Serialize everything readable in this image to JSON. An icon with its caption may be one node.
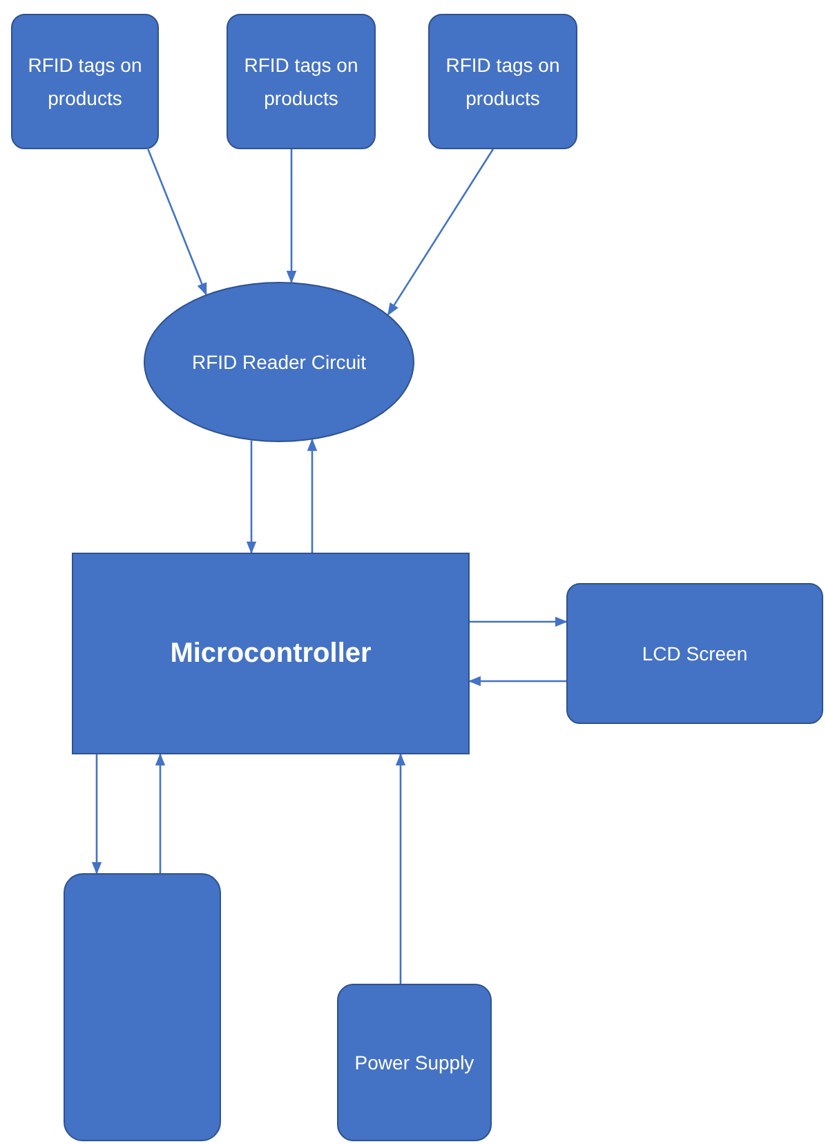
{
  "diagram": {
    "nodes": [
      {
        "text": [
          "RFID tags on products"
        ]
      },
      {
        "text": [
          "RFID tags on products"
        ]
      },
      {
        "text": [
          "RFID tags on products"
        ]
      },
      {
        "text": [
          "RFID Reader Circuit"
        ]
      },
      {
        "text": [
          "Microcontroller"
        ]
      },
      {
        "text": [
          "LCD Screen"
        ]
      },
      {
        "text": [],
        "shape": "box"
      },
      {
        "text": [
          "Power Supply"
        ]
      }
    ],
    "edges": [
      {
        "from": 0,
        "to": 3,
        "arrow": "to"
      },
      {
        "from": 1,
        "to": 3,
        "arrow": "to"
      },
      {
        "from": 2,
        "to": 3,
        "arrow": "to"
      },
      {
        "from": 3,
        "to": 4,
        "arrow": "to"
      },
      {
        "from": 4,
        "to": 3,
        "arrow": "to"
      },
      {
        "from": 4,
        "to": 5,
        "arrow": "to"
      },
      {
        "from": 5,
        "to": 4,
        "arrow": "to"
      },
      {
        "from": 4,
        "to": 6,
        "arrow": "to"
      },
      {
        "from": 6,
        "to": 4,
        "arrow": "to"
      },
      {
        "from": 7,
        "to": 4,
        "arrow": "to"
      }
    ]
  }
}
